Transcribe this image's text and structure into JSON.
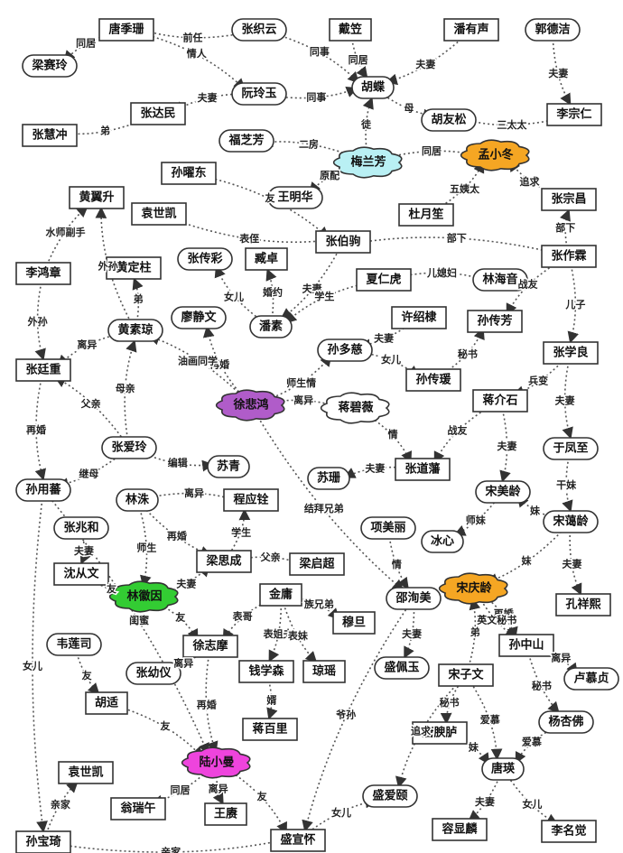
{
  "colors": {
    "green": "#33cc33",
    "gold": "#f7e39a",
    "cyan": "#66e0f0",
    "pink": "#f6c6cf",
    "sage": "#d8ecd0",
    "tan": "#f3d9a8",
    "orange": "#f5a623",
    "purple": "#b05cc9",
    "magenta": "#ee44dd",
    "blueBox": "#b8d8f0",
    "cloudCyan": "#b9f0f4"
  },
  "nodes": [
    {
      "id": "tangjishan",
      "label": "唐季珊",
      "shape": "box"
    },
    {
      "id": "zhangzhiyun",
      "label": "张织云",
      "shape": "pill"
    },
    {
      "id": "daili",
      "label": "戴笠",
      "shape": "box",
      "color": "blueBox"
    },
    {
      "id": "panyousheng",
      "label": "潘有声",
      "shape": "box"
    },
    {
      "id": "guodejie",
      "label": "郭德洁",
      "shape": "pill"
    },
    {
      "id": "liangsaiyu",
      "label": "梁赛玲",
      "shape": "pill"
    },
    {
      "id": "ruanlingyu",
      "label": "阮玲玉",
      "shape": "pill",
      "color": "gold"
    },
    {
      "id": "hudie",
      "label": "胡蝶",
      "shape": "pill"
    },
    {
      "id": "zhangdamin",
      "label": "张达民",
      "shape": "box"
    },
    {
      "id": "zhanghuichong",
      "label": "张慧冲",
      "shape": "box"
    },
    {
      "id": "huyousong",
      "label": "胡友松",
      "shape": "pill"
    },
    {
      "id": "lizongren",
      "label": "李宗仁",
      "shape": "box",
      "color": "sage"
    },
    {
      "id": "fuzhifang",
      "label": "福芝芳",
      "shape": "pill"
    },
    {
      "id": "meilanfang",
      "label": "梅兰芳",
      "shape": "cloud",
      "color": "cloudCyan"
    },
    {
      "id": "mengxiaodong",
      "label": "孟小冬",
      "shape": "cloud",
      "color": "orange"
    },
    {
      "id": "sunyaodong",
      "label": "孙曜东",
      "shape": "box"
    },
    {
      "id": "wangminghua",
      "label": "王明华",
      "shape": "pill"
    },
    {
      "id": "duyuesheng",
      "label": "杜月笙",
      "shape": "box",
      "color": "tan"
    },
    {
      "id": "zhangzongchang",
      "label": "张宗昌",
      "shape": "box"
    },
    {
      "id": "huangyisheng",
      "label": "黄翼升",
      "shape": "box"
    },
    {
      "id": "yuanshikai1",
      "label": "袁世凯",
      "shape": "box"
    },
    {
      "id": "zhangbaiju",
      "label": "张伯驹",
      "shape": "box"
    },
    {
      "id": "zhangzuolin",
      "label": "张作霖",
      "shape": "box"
    },
    {
      "id": "lihongzhang",
      "label": "李鸿章",
      "shape": "box",
      "color": "green"
    },
    {
      "id": "huangdingzhu",
      "label": "黄定柱",
      "shape": "box"
    },
    {
      "id": "zhangchuanyan",
      "label": "张传彩",
      "shape": "pill"
    },
    {
      "id": "zangzhuo",
      "label": "臧卓",
      "shape": "box"
    },
    {
      "id": "xiarenhu",
      "label": "夏仁虎",
      "shape": "box"
    },
    {
      "id": "linhaiyin",
      "label": "林海音",
      "shape": "pill"
    },
    {
      "id": "liaojingwen",
      "label": "廖静文",
      "shape": "pill"
    },
    {
      "id": "pansu",
      "label": "潘素",
      "shape": "pill",
      "color": "gold"
    },
    {
      "id": "huangsuqiong",
      "label": "黄素琼",
      "shape": "pill"
    },
    {
      "id": "xushaodi",
      "label": "许绍棣",
      "shape": "box"
    },
    {
      "id": "sunchuanfang",
      "label": "孙传芳",
      "shape": "box"
    },
    {
      "id": "zhangxueliang",
      "label": "张学良",
      "shape": "box"
    },
    {
      "id": "zhangtingzhong",
      "label": "张廷重",
      "shape": "box"
    },
    {
      "id": "sunduoci",
      "label": "孙多慈",
      "shape": "pill"
    },
    {
      "id": "sunchuanyuan",
      "label": "孙传瑗",
      "shape": "box"
    },
    {
      "id": "xubeihong",
      "label": "徐悲鸿",
      "shape": "cloud",
      "color": "purple"
    },
    {
      "id": "jiangbiwei",
      "label": "蒋碧薇",
      "shape": "cloud",
      "color": "#ffffff"
    },
    {
      "id": "jiangjieshi",
      "label": "蒋介石",
      "shape": "box",
      "color": "cyan"
    },
    {
      "id": "zhangailing",
      "label": "张爱玲",
      "shape": "pill",
      "color": "tan"
    },
    {
      "id": "suqing",
      "label": "苏青",
      "shape": "pill"
    },
    {
      "id": "yufengzhi",
      "label": "于凤至",
      "shape": "pill"
    },
    {
      "id": "sunyongfan",
      "label": "孙用蕃",
      "shape": "pill"
    },
    {
      "id": "sushan",
      "label": "苏珊",
      "shape": "pill"
    },
    {
      "id": "zhangdaofan",
      "label": "张道藩",
      "shape": "box"
    },
    {
      "id": "songmeiling",
      "label": "宋美龄",
      "shape": "pill"
    },
    {
      "id": "linzhu",
      "label": "林洙",
      "shape": "pill"
    },
    {
      "id": "chengyingquan",
      "label": "程应铨",
      "shape": "box"
    },
    {
      "id": "songailing",
      "label": "宋蔼龄",
      "shape": "pill"
    },
    {
      "id": "zhangzhaohe",
      "label": "张兆和",
      "shape": "pill"
    },
    {
      "id": "xiangmeili",
      "label": "项美丽",
      "shape": "pill"
    },
    {
      "id": "bingxin",
      "label": "冰心",
      "shape": "pill"
    },
    {
      "id": "liangsicheng",
      "label": "梁思成",
      "shape": "box"
    },
    {
      "id": "liangqichao",
      "label": "梁启超",
      "shape": "box"
    },
    {
      "id": "shencongwen",
      "label": "沈从文",
      "shape": "box"
    },
    {
      "id": "linhuiyin",
      "label": "林徽因",
      "shape": "cloud",
      "color": "green"
    },
    {
      "id": "jinyue",
      "label": "金庸",
      "shape": "box",
      "color": "pink"
    },
    {
      "id": "shaoxunmei",
      "label": "邵洵美",
      "shape": "pill"
    },
    {
      "id": "songqingling",
      "label": "宋庆龄",
      "shape": "cloud",
      "color": "orange"
    },
    {
      "id": "kongxiangxi",
      "label": "孔祥熙",
      "shape": "box"
    },
    {
      "id": "muwang",
      "label": "穆旦",
      "shape": "box"
    },
    {
      "id": "weilianshi",
      "label": "韦莲司",
      "shape": "pill"
    },
    {
      "id": "xuzhimo",
      "label": "徐志摩",
      "shape": "box",
      "color": "cyan"
    },
    {
      "id": "sunzhongshan",
      "label": "孙中山",
      "shape": "box",
      "color": "green"
    },
    {
      "id": "zhangyouyi",
      "label": "张幼仪",
      "shape": "pill"
    },
    {
      "id": "qianxuesen",
      "label": "钱学森",
      "shape": "box"
    },
    {
      "id": "qiongyao",
      "label": "琼瑶",
      "shape": "box"
    },
    {
      "id": "shengpeiyu",
      "label": "盛佩玉",
      "shape": "pill"
    },
    {
      "id": "songziwen",
      "label": "宋子文",
      "shape": "box"
    },
    {
      "id": "lumuzhen",
      "label": "卢慕贞",
      "shape": "pill"
    },
    {
      "id": "hushi",
      "label": "胡适",
      "shape": "box"
    },
    {
      "id": "jiangbaili",
      "label": "蒋百里",
      "shape": "box"
    },
    {
      "id": "yangxingfo",
      "label": "杨杏佛",
      "shape": "pill"
    },
    {
      "id": "tangyulu",
      "label": "唐腴胪",
      "shape": "box"
    },
    {
      "id": "yuanshikai2",
      "label": "袁世凯",
      "shape": "box"
    },
    {
      "id": "luxiaoman",
      "label": "陆小曼",
      "shape": "cloud",
      "color": "magenta"
    },
    {
      "id": "tangying",
      "label": "唐瑛",
      "shape": "pill"
    },
    {
      "id": "wengruiwu",
      "label": "翁瑞午",
      "shape": "box"
    },
    {
      "id": "shengaiyi",
      "label": "盛爱颐",
      "shape": "pill"
    },
    {
      "id": "wangeng",
      "label": "王赓",
      "shape": "box"
    },
    {
      "id": "rongxianlin",
      "label": "容显麟",
      "shape": "box"
    },
    {
      "id": "sunbaoqi",
      "label": "孙宝琦",
      "shape": "box"
    },
    {
      "id": "shengxuanhuai",
      "label": "盛宣怀",
      "shape": "box"
    },
    {
      "id": "limingjue",
      "label": "李名觉",
      "shape": "box"
    }
  ],
  "edges": [
    {
      "from": "zhangzhiyun",
      "to": "tangjishan",
      "label": "前任"
    },
    {
      "from": "tangjishan",
      "to": "liangsaiyu",
      "label": "同居"
    },
    {
      "from": "tangjishan",
      "to": "ruanlingyu",
      "label": "情人"
    },
    {
      "from": "ruanlingyu",
      "to": "hudie",
      "label": "同事"
    },
    {
      "from": "zhangzhiyun",
      "to": "hudie",
      "label": "同事"
    },
    {
      "from": "daili",
      "to": "hudie",
      "label": "同居"
    },
    {
      "from": "panyousheng",
      "to": "hudie",
      "label": "夫妻"
    },
    {
      "from": "ruanlingyu",
      "to": "zhangdamin",
      "label": "夫妻"
    },
    {
      "from": "zhangdamin",
      "to": "zhanghuichong",
      "label": "弟"
    },
    {
      "from": "hudie",
      "to": "huyousong",
      "label": "母"
    },
    {
      "from": "lizongren",
      "to": "huyousong",
      "label": "三太太"
    },
    {
      "from": "guodejie",
      "to": "lizongren",
      "label": "夫妻"
    },
    {
      "from": "meilanfang",
      "to": "hudie",
      "label": "徒"
    },
    {
      "from": "meilanfang",
      "to": "fuzhifang",
      "label": "二房"
    },
    {
      "from": "meilanfang",
      "to": "mengxiaodong",
      "label": "同居"
    },
    {
      "from": "meilanfang",
      "to": "wangminghua",
      "label": "原配"
    },
    {
      "from": "zhangzongchang",
      "to": "mengxiaodong",
      "label": "追求"
    },
    {
      "from": "duyuesheng",
      "to": "mengxiaodong",
      "label": "五姨太"
    },
    {
      "from": "sunyaodong",
      "to": "zhangbaiju",
      "label": "友"
    },
    {
      "from": "yuanshikai1",
      "to": "zhangbaiju",
      "label": "表侄"
    },
    {
      "from": "zhangzuolin",
      "to": "zhangzongchang",
      "label": "部下"
    },
    {
      "from": "zhangzuolin",
      "to": "zhangbaiju",
      "label": "部下"
    },
    {
      "from": "lihongzhang",
      "to": "huangyisheng",
      "label": "水师副手"
    },
    {
      "from": "lihongzhang",
      "to": "zhangtingzhong",
      "label": "外孙"
    },
    {
      "from": "huangsuqiong",
      "to": "huangyisheng",
      "label": "外孙"
    },
    {
      "from": "huangsuqiong",
      "to": "huangdingzhu",
      "label": "弟"
    },
    {
      "from": "zhangbaiju",
      "to": "pansu",
      "label": "夫妻"
    },
    {
      "from": "xiarenhu",
      "to": "pansu",
      "label": "学生"
    },
    {
      "from": "pansu",
      "to": "zhangchuanyan",
      "label": "女儿"
    },
    {
      "from": "pansu",
      "to": "zangzhuo",
      "label": "婚约"
    },
    {
      "from": "xiarenhu",
      "to": "linhaiyin",
      "label": "儿媳妇"
    },
    {
      "from": "zhangzuolin",
      "to": "sunchuanfang",
      "label": "战友"
    },
    {
      "from": "zhangzuolin",
      "to": "zhangxueliang",
      "label": "儿子"
    },
    {
      "from": "huangsuqiong",
      "to": "zhangtingzhong",
      "label": "离异"
    },
    {
      "from": "xubeihong",
      "to": "liaojingwen",
      "label": "再婚"
    },
    {
      "from": "xubeihong",
      "to": "huangsuqiong",
      "label": "油画同学"
    },
    {
      "from": "xushaodi",
      "to": "sunduoci",
      "label": "夫妻"
    },
    {
      "from": "xubeihong",
      "to": "sunduoci",
      "label": "师生情"
    },
    {
      "from": "sunduoci",
      "to": "sunchuanyuan",
      "label": "女儿"
    },
    {
      "from": "sunchuanyuan",
      "to": "sunchuanfang",
      "label": "秘书"
    },
    {
      "from": "zhangxueliang",
      "to": "jiangjieshi",
      "label": "兵变"
    },
    {
      "from": "zhangxueliang",
      "to": "yufengzhi",
      "label": "夫妻"
    },
    {
      "from": "xubeihong",
      "to": "jiangbiwei",
      "label": "离异"
    },
    {
      "from": "zhangailing",
      "to": "zhangtingzhong",
      "label": "父亲"
    },
    {
      "from": "zhangailing",
      "to": "huangsuqiong",
      "label": "母亲"
    },
    {
      "from": "zhangailing",
      "to": "suqing",
      "label": "编辑"
    },
    {
      "from": "zhangailing",
      "to": "sunyongfan",
      "label": "继母"
    },
    {
      "from": "zhangtingzhong",
      "to": "sunyongfan",
      "label": "再婚"
    },
    {
      "from": "jiangbiwei",
      "to": "zhangdaofan",
      "label": "情"
    },
    {
      "from": "jiangjieshi",
      "to": "zhangdaofan",
      "label": "战友"
    },
    {
      "from": "jiangjieshi",
      "to": "songmeiling",
      "label": "夫妻"
    },
    {
      "from": "zhangdaofan",
      "to": "sushan",
      "label": "夫妻"
    },
    {
      "from": "songmeiling",
      "to": "bingxin",
      "label": "师妹"
    },
    {
      "from": "yufengzhi",
      "to": "songailing",
      "label": "干妹"
    },
    {
      "from": "songailing",
      "to": "songmeiling",
      "label": "妹"
    },
    {
      "from": "songailing",
      "to": "kongxiangxi",
      "label": "夫妻"
    },
    {
      "from": "songailing",
      "to": "songqingling",
      "label": "妹"
    },
    {
      "from": "xubeihong",
      "to": "shaoxunmei",
      "label": "结拜兄弟"
    },
    {
      "from": "linzhu",
      "to": "chengyingquan",
      "label": "离异"
    },
    {
      "from": "linzhu",
      "to": "liangsicheng",
      "label": "再婚"
    },
    {
      "from": "linzhu",
      "to": "linhuiyin",
      "label": "师生"
    },
    {
      "from": "liangsicheng",
      "to": "chengyingquan",
      "label": "学生"
    },
    {
      "from": "liangsicheng",
      "to": "liangqichao",
      "label": "父亲"
    },
    {
      "from": "linhuiyin",
      "to": "liangsicheng",
      "label": "夫妻"
    },
    {
      "from": "zhangzhaohe",
      "to": "shencongwen",
      "label": "夫妻"
    },
    {
      "from": "shencongwen",
      "to": "linhuiyin",
      "label": "友"
    },
    {
      "from": "linhuiyin",
      "to": "xuzhimo",
      "label": "友"
    },
    {
      "from": "xiangmeili",
      "to": "shaoxunmei",
      "label": "情"
    },
    {
      "from": "jinyue",
      "to": "muwang",
      "label": "族兄弟"
    },
    {
      "from": "jinyue",
      "to": "xuzhimo",
      "label": "表哥"
    },
    {
      "from": "jinyue",
      "to": "qianxuesen",
      "label": "表姐夫"
    },
    {
      "from": "jinyue",
      "to": "qiongyao",
      "label": "表妹"
    },
    {
      "from": "songqingling",
      "to": "sunzhongshan",
      "label": "再婚"
    },
    {
      "from": "songqingling",
      "to": "sunzhongshan",
      "label": "英文秘书"
    },
    {
      "from": "sunzhongshan",
      "to": "lumuzhen",
      "label": "离异"
    },
    {
      "from": "sunzhongshan",
      "to": "yangxingfo",
      "label": "秘书"
    },
    {
      "from": "shaoxunmei",
      "to": "shengpeiyu",
      "label": "夫妻"
    },
    {
      "from": "songziwen",
      "to": "songqingling",
      "label": "弟"
    },
    {
      "from": "xuzhimo",
      "to": "zhangyouyi",
      "label": "离异"
    },
    {
      "from": "weilianshi",
      "to": "hushi",
      "label": "友"
    },
    {
      "from": "hushi",
      "to": "luxiaoman",
      "label": "友"
    },
    {
      "from": "xuzhimo",
      "to": "luxiaoman",
      "label": "再婚"
    },
    {
      "from": "qianxuesen",
      "to": "jiangbaili",
      "label": "婿"
    },
    {
      "from": "songziwen",
      "to": "tangyulu",
      "label": "秘书"
    },
    {
      "from": "songziwen",
      "to": "tangying",
      "label": "爱慕"
    },
    {
      "from": "songziwen",
      "to": "shengaiyi",
      "label": "追求"
    },
    {
      "from": "tangyulu",
      "to": "tangying",
      "label": "妹"
    },
    {
      "from": "yangxingfo",
      "to": "tangying",
      "label": "爱慕"
    },
    {
      "from": "luxiaoman",
      "to": "wengruiwu",
      "label": "同居"
    },
    {
      "from": "luxiaoman",
      "to": "wangeng",
      "label": "离异"
    },
    {
      "from": "luxiaoman",
      "to": "shengxuanhuai",
      "label": "友"
    },
    {
      "from": "shaoxunmei",
      "to": "shengxuanhuai",
      "label": "爷孙"
    },
    {
      "from": "tangying",
      "to": "rongxianlin",
      "label": "夫妻"
    },
    {
      "from": "tangying",
      "to": "limingjue",
      "label": "女儿"
    },
    {
      "from": "sunbaoqi",
      "to": "yuanshikai2",
      "label": "亲家"
    },
    {
      "from": "sunbaoqi",
      "to": "shengxuanhuai",
      "label": "亲家"
    },
    {
      "from": "shengxuanhuai",
      "to": "shengaiyi",
      "label": "女儿"
    },
    {
      "from": "sunyongfan",
      "to": "sunbaoqi",
      "label": "女儿"
    },
    {
      "from": "sunyongfan",
      "to": "luxiaoman",
      "label": "闺蜜"
    }
  ]
}
